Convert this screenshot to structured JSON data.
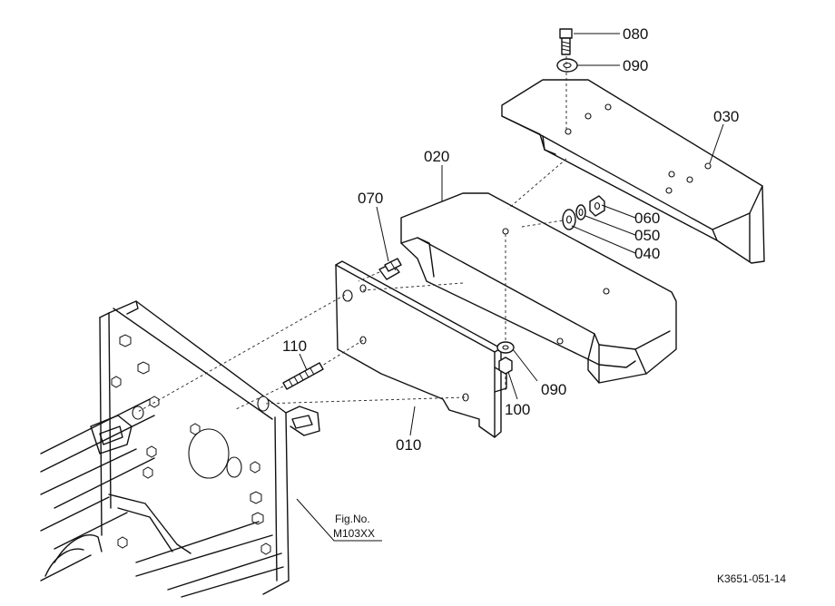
{
  "callouts": {
    "c080": "080",
    "c090_top": "090",
    "c030": "030",
    "c020": "020",
    "c070": "070",
    "c060": "060",
    "c050": "050",
    "c040": "040",
    "c110": "110",
    "c090_bottom": "090",
    "c100": "100",
    "c010": "010"
  },
  "figure_ref": {
    "line1": "Fig.No.",
    "line2": "M103XX"
  },
  "drawing_code": "K3651-051-14"
}
